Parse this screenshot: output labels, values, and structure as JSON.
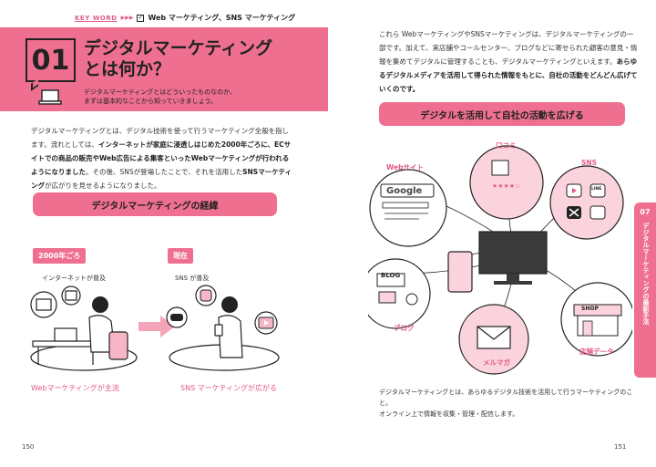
{
  "left": {
    "keyword_tag": "KEY WORD",
    "keyword_arrows": "▶▶▶",
    "keywords": "Web マーケティング、SNS マーケティング",
    "number": "01",
    "title_line1": "デジタルマーケティング",
    "title_line2": "とは何か？",
    "subtitle_line1": "デジタルマーケティングとはどういったものなのか、",
    "subtitle_line2": "まずは基本的なことから知っていきましょう。",
    "body": {
      "p1": "デジタルマーケティングとは、デジタル技術を使って行うマーケティング全般を指します。流れとしては、",
      "b1": "インターネットが家庭に浸透しはじめた2000年ごろに、ECサイトでの商品の販売やWeb広告による集客といったWebマーケティングが行われるようになりました",
      "p2": "。その後、SNSが登場したことで、それを活用した",
      "b2": "SNSマーケティング",
      "p3": "が広がりを見せるようになりました。"
    },
    "section_heading": "デジタルマーケティングの経緯",
    "era1_tag": "2000年ごろ",
    "era1_caption": "インターネットが普及",
    "era1_result": "Webマーケティングが主流",
    "era2_tag": "現在",
    "era2_caption": "SNS が普及",
    "era2_result": "SNS マーケティングが広がる",
    "page_number": "150"
  },
  "right": {
    "body": {
      "p1": "これら WebマーケティングやSNSマーケティングは、デジタルマーケティングの一部です。加えて、実店舗やコールセンター、ブログなどに寄せられた顧客の意見・情報を集めてデジタルに管理することも、デジタルマーケティングといえます。",
      "b1": "あらゆるデジタルメディアを活用して得られた情報をもとに、自社の活動をどんどん広げていくのです。"
    },
    "section_heading": "デジタルを活用して自社の活動を広げる",
    "nodes": {
      "web": "Webサイト",
      "review": "口コミ",
      "sns": "SNS",
      "blog": "ブログ",
      "mailmag": "メルマガ",
      "store": "店舗データ"
    },
    "google_text": "Google",
    "blog_text": "BLOG",
    "shop_text": "SHOP",
    "line_text": "LINE",
    "stars": "★★★★☆",
    "side_tab_number": "07",
    "side_tab_text": "デジタルマーケティングの最新手法",
    "caption_line1": "デジタルマーケティングとは、あらゆるデジタル技術を活用して行うマーケティングのこと。",
    "caption_line2": "オンライン上で情報を収集・管理・配信します。",
    "page_number": "151"
  },
  "colors": {
    "accent": "#ee6f8f",
    "accent_text": "#e25a86",
    "ink": "#222222"
  }
}
